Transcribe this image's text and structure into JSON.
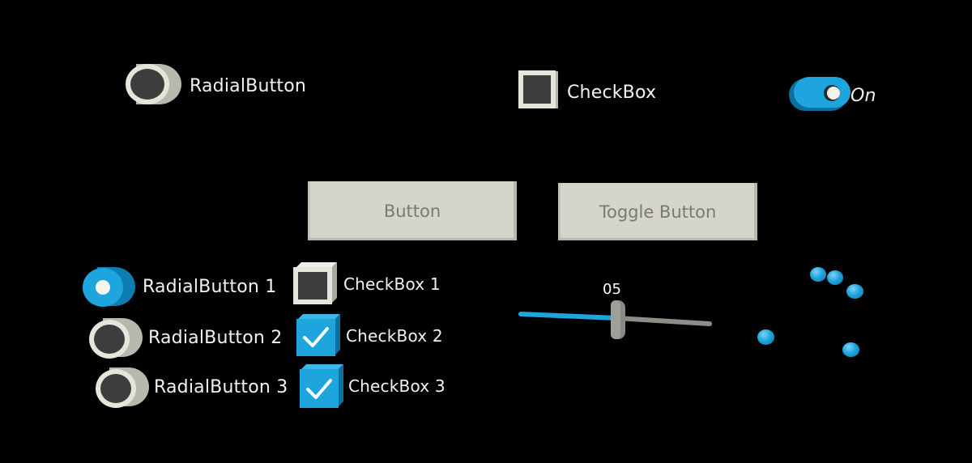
{
  "top_row": {
    "radial_button_label": "RadialButton",
    "checkbox_label": "CheckBox",
    "toggle_switch_label": "On",
    "toggle_switch_state": "on"
  },
  "buttons": {
    "button_label": "Button",
    "toggle_button_label": "Toggle Button"
  },
  "radial_group": [
    {
      "label": "RadialButton 1",
      "selected": true
    },
    {
      "label": "RadialButton 2",
      "selected": false
    },
    {
      "label": "RadialButton 3",
      "selected": false
    }
  ],
  "checkbox_group": [
    {
      "label": "CheckBox 1",
      "checked": false
    },
    {
      "label": "CheckBox 2",
      "checked": true
    },
    {
      "label": "CheckBox 3",
      "checked": true
    }
  ],
  "slider": {
    "value_text": "05",
    "fraction": 0.5
  },
  "colors": {
    "accent_blue": "#1fa5dd",
    "button_face": "#d6d5cb",
    "button_text": "#7a7a74",
    "ring": "#e6e5dc",
    "dark_fill": "#3a3a3a"
  },
  "icons": {
    "check": "check-icon",
    "toggle_knob": "toggle-knob-icon"
  }
}
